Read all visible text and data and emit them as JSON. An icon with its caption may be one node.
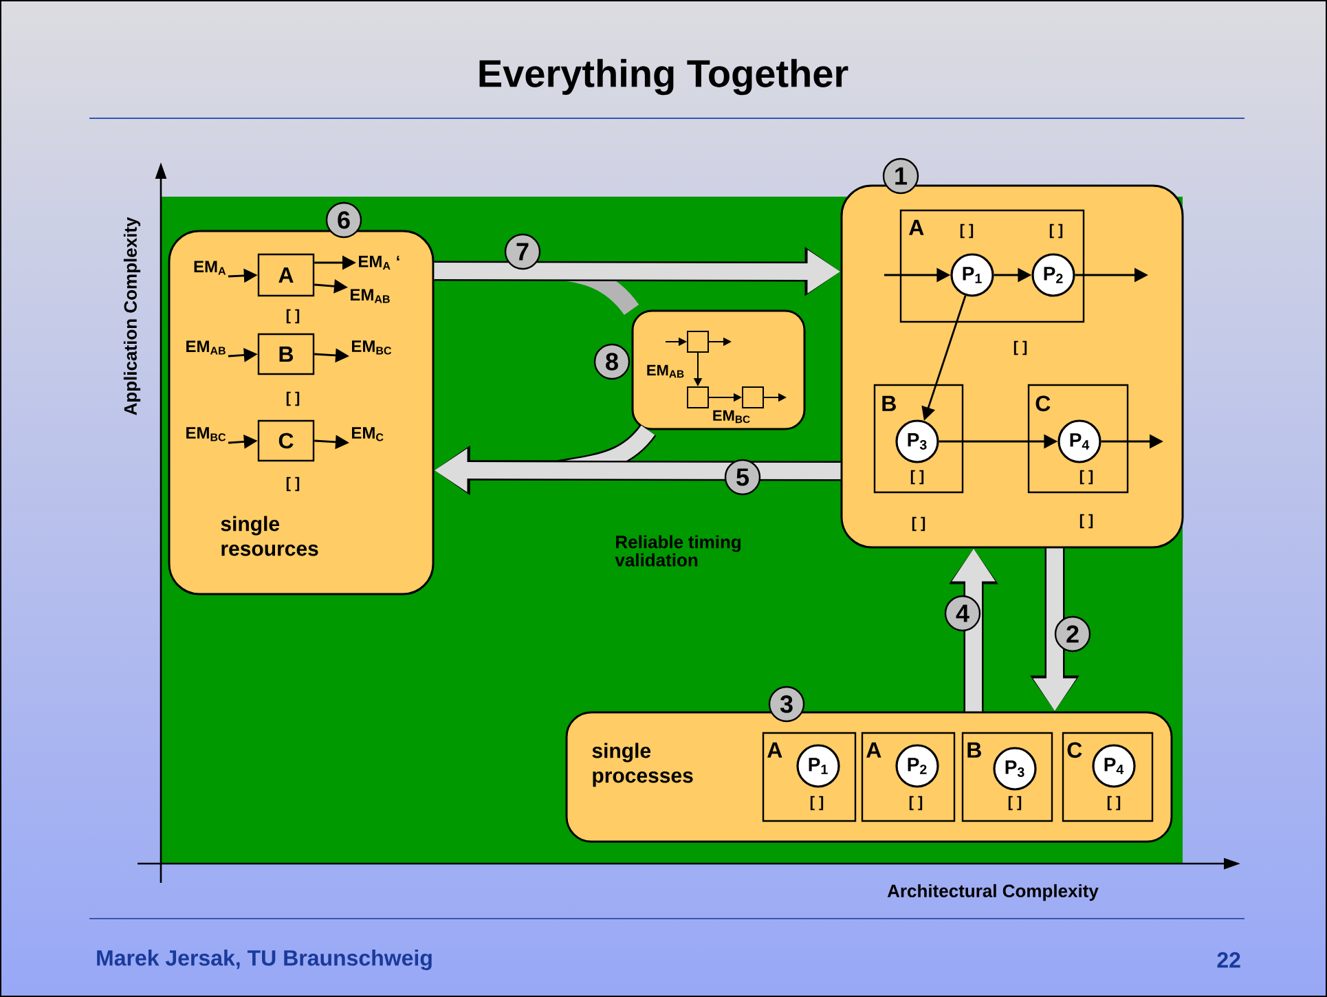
{
  "diagram": {
    "title": "Everything Together",
    "nodes": [
      {
        "text": [
          "1"
        ]
      },
      {
        "text": [
          "A"
        ],
        "in": 0,
        "beside": [
          "[ ]"
        ]
      },
      {
        "text": [
          "P$_{1}$"
        ],
        "in": 1,
        "beside": [
          "[ ]"
        ]
      },
      {
        "text": [
          "P$_{2}$"
        ],
        "in": 1,
        "beside": [
          "[ ]"
        ]
      },
      {
        "text": [
          "B"
        ],
        "in": 0,
        "beside": [
          "[ ]"
        ]
      },
      {
        "text": [
          "P$_{3}$"
        ],
        "in": 4,
        "beside": [
          "[ ]"
        ]
      },
      {
        "text": [
          "C"
        ],
        "in": 0,
        "beside": [
          "[ ]"
        ]
      },
      {
        "text": [
          "P$_{4}$"
        ],
        "in": 6,
        "beside": [
          "[ ]"
        ]
      },
      {
        "text": [
          "6",
          "single resources"
        ]
      },
      {
        "text": [
          "A"
        ],
        "in": 8,
        "beside": [
          "[ ]"
        ]
      },
      {
        "text": [
          "B"
        ],
        "in": 8,
        "beside": [
          "[ ]"
        ]
      },
      {
        "text": [
          "C"
        ],
        "in": 8,
        "beside": [
          "[ ]"
        ]
      },
      {
        "text": [
          "EM$_{A}$"
        ],
        "in": 8
      },
      {
        "text": [
          "EM$_{A}$ ‘"
        ],
        "in": 8
      },
      {
        "text": [
          "EM$_{AB}$"
        ],
        "in": 8
      },
      {
        "text": [
          "EM$_{AB}$"
        ],
        "in": 8
      },
      {
        "text": [
          "EM$_{BC}$"
        ],
        "in": 8
      },
      {
        "text": [
          "EM$_{BC}$"
        ],
        "in": 8
      },
      {
        "text": [
          "EM$_{C}$"
        ],
        "in": 8
      },
      {
        "text": [
          "8"
        ]
      },
      {
        "text": [],
        "shape": "box",
        "in": 19
      },
      {
        "text": [],
        "shape": "box",
        "in": 19
      },
      {
        "text": [],
        "shape": "box",
        "in": 19
      },
      {
        "text": [
          "3",
          "single processes"
        ]
      },
      {
        "text": [
          "A"
        ],
        "in": 23
      },
      {
        "text": [
          "P$_{1}$"
        ],
        "in": 24,
        "beside": [
          "[ ]"
        ]
      },
      {
        "text": [
          "A"
        ],
        "in": 23
      },
      {
        "text": [
          "P$_{2}$"
        ],
        "in": 26,
        "beside": [
          "[ ]"
        ]
      },
      {
        "text": [
          "B"
        ],
        "in": 23
      },
      {
        "text": [
          "P$_{3}$"
        ],
        "in": 28,
        "beside": [
          "[ ]"
        ]
      },
      {
        "text": [
          "C"
        ],
        "in": 23
      },
      {
        "text": [
          "P$_{4}$"
        ],
        "in": 30,
        "beside": [
          "[ ]"
        ]
      }
    ],
    "edges": [
      {
        "from": null,
        "to": 2,
        "arrow": "to"
      },
      {
        "from": 2,
        "to": 3,
        "arrow": "to"
      },
      {
        "from": 3,
        "to": null,
        "arrow": "to"
      },
      {
        "from": 2,
        "to": 5,
        "arrow": "to"
      },
      {
        "from": 5,
        "to": 7,
        "arrow": "to"
      },
      {
        "from": 7,
        "to": null,
        "arrow": "to"
      },
      {
        "from": 12,
        "to": 9,
        "arrow": "to"
      },
      {
        "from": 9,
        "to": 13,
        "arrow": "to"
      },
      {
        "from": 9,
        "to": 14,
        "arrow": "to"
      },
      {
        "from": 15,
        "to": 10,
        "arrow": "to"
      },
      {
        "from": 10,
        "to": 16,
        "arrow": "to"
      },
      {
        "from": 17,
        "to": 11,
        "arrow": "to"
      },
      {
        "from": 11,
        "to": 18,
        "arrow": "to"
      },
      {
        "from": null,
        "to": 20,
        "arrow": "to"
      },
      {
        "from": 20,
        "to": null,
        "arrow": "to"
      },
      {
        "from": 20,
        "to": 21,
        "arrow": "to",
        "label": "EM$_{AB}$"
      },
      {
        "from": 21,
        "to": 22,
        "arrow": "to",
        "label": "EM$_{BC}$"
      },
      {
        "from": 22,
        "to": null,
        "arrow": "to"
      },
      {
        "from": 8,
        "to": 0,
        "arrow": "to",
        "label": "7",
        "style": "thick",
        "color": "#dcdcdc"
      },
      {
        "from": 8,
        "to": 19,
        "arrow": "none",
        "style": "thick",
        "color": "#b4b4b4"
      },
      {
        "from": 19,
        "to": 8,
        "arrow": "to",
        "style": "thick",
        "color": "#dcdcdc"
      },
      {
        "from": 0,
        "to": 8,
        "arrow": "to",
        "label": "5",
        "style": "thick",
        "color": "#dcdcdc"
      },
      {
        "from": 23,
        "to": 0,
        "arrow": "to",
        "label": "4",
        "style": "thick",
        "color": "#dcdcdc"
      },
      {
        "from": 0,
        "to": 23,
        "arrow": "to",
        "label": "2",
        "style": "thick",
        "color": "#dcdcdc"
      }
    ],
    "labels": [
      "Application Complexity",
      "Reliable timing validation",
      "Architectural Complexity",
      "Marek Jersak, TU Braunschweig",
      "22"
    ]
  }
}
